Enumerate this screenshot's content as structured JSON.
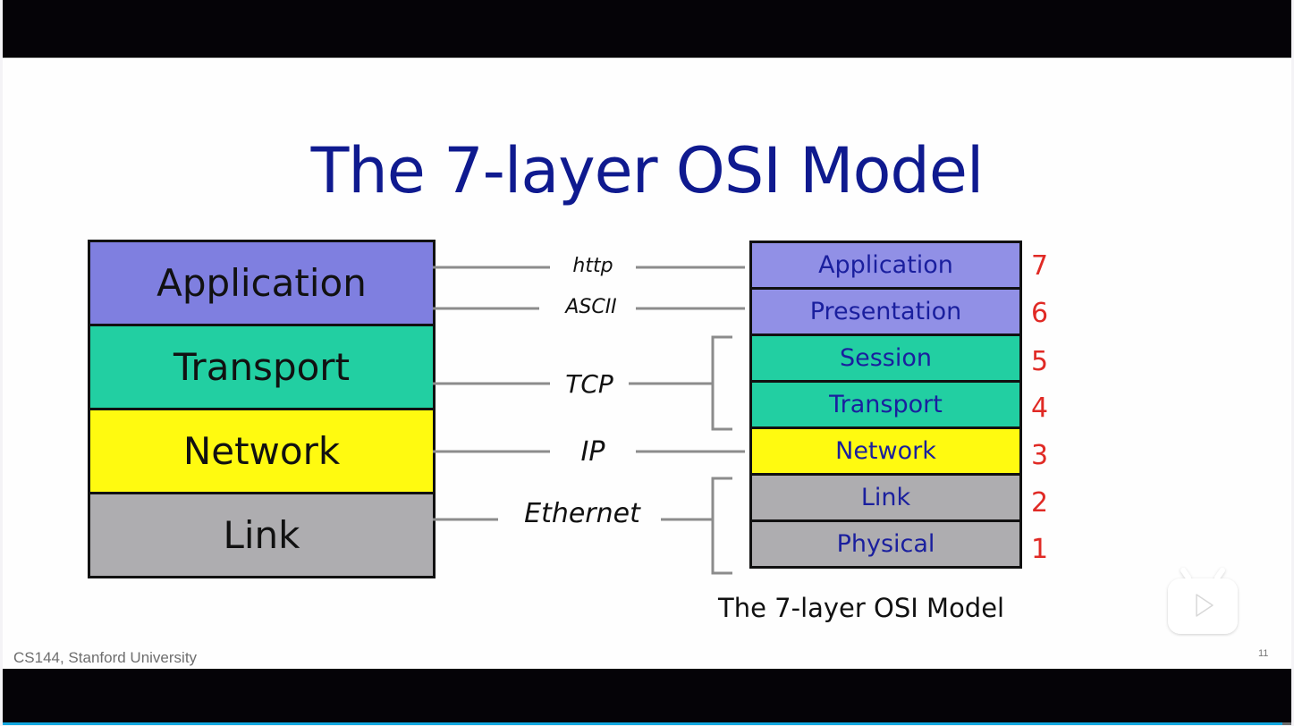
{
  "slide": {
    "title": "The 7-layer OSI Model",
    "footer": "CS144, Stanford University",
    "slide_number": "11",
    "caption": "The 7-layer OSI Model"
  },
  "internet_model": {
    "layers": [
      {
        "label": "Application",
        "color": "#7f7fe0"
      },
      {
        "label": "Transport",
        "color": "#22cfa2"
      },
      {
        "label": "Network",
        "color": "#fffa10"
      },
      {
        "label": "Link",
        "color": "#aeadb0"
      }
    ]
  },
  "osi_model": {
    "layers": [
      {
        "label": "Application",
        "number": "7",
        "color": "#9190e6"
      },
      {
        "label": "Presentation",
        "number": "6",
        "color": "#9190e6"
      },
      {
        "label": "Session",
        "number": "5",
        "color": "#22cfa2"
      },
      {
        "label": "Transport",
        "number": "4",
        "color": "#22cfa2"
      },
      {
        "label": "Network",
        "number": "3",
        "color": "#fffa10"
      },
      {
        "label": "Link",
        "number": "2",
        "color": "#aeadb0"
      },
      {
        "label": "Physical",
        "number": "1",
        "color": "#aeadb0"
      }
    ]
  },
  "protocols": [
    {
      "label": "http"
    },
    {
      "label": "ASCII"
    },
    {
      "label": "TCP"
    },
    {
      "label": "IP"
    },
    {
      "label": "Ethernet"
    }
  ],
  "player": {
    "logo_icon": "bilibili-tv-play-icon",
    "progress_percent": 99.3,
    "progress_color": "#12a8e0"
  }
}
